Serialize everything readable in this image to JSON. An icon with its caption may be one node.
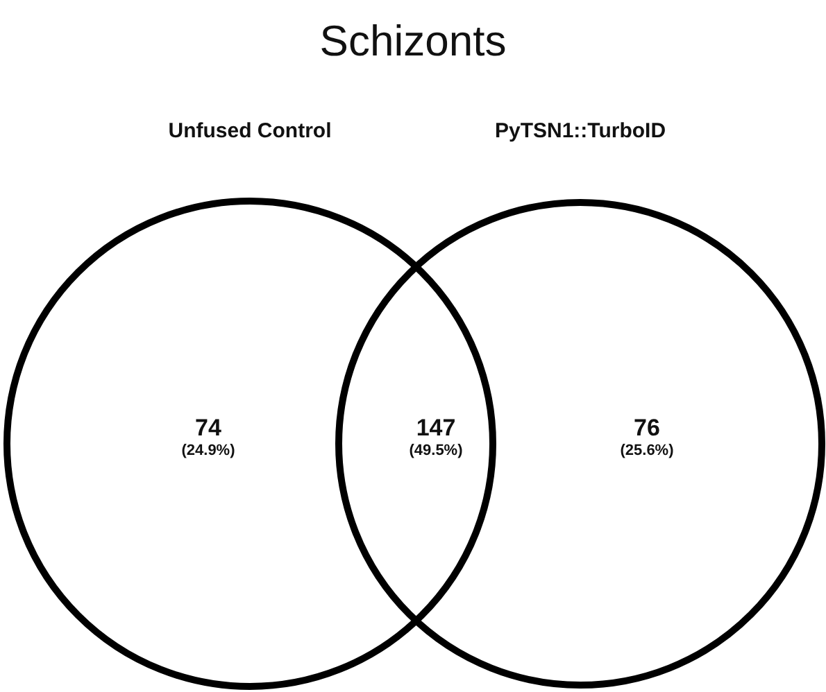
{
  "diagram": {
    "title": "Schizonts",
    "nodes": [
      {
        "text": [
          "Unfused Control"
        ]
      },
      {
        "text": [
          "PyTSN1::TurboID"
        ]
      }
    ],
    "labels": [
      "74",
      "(24.9%)",
      "147",
      "(49.5%)",
      "76",
      "(25.6%)"
    ]
  }
}
